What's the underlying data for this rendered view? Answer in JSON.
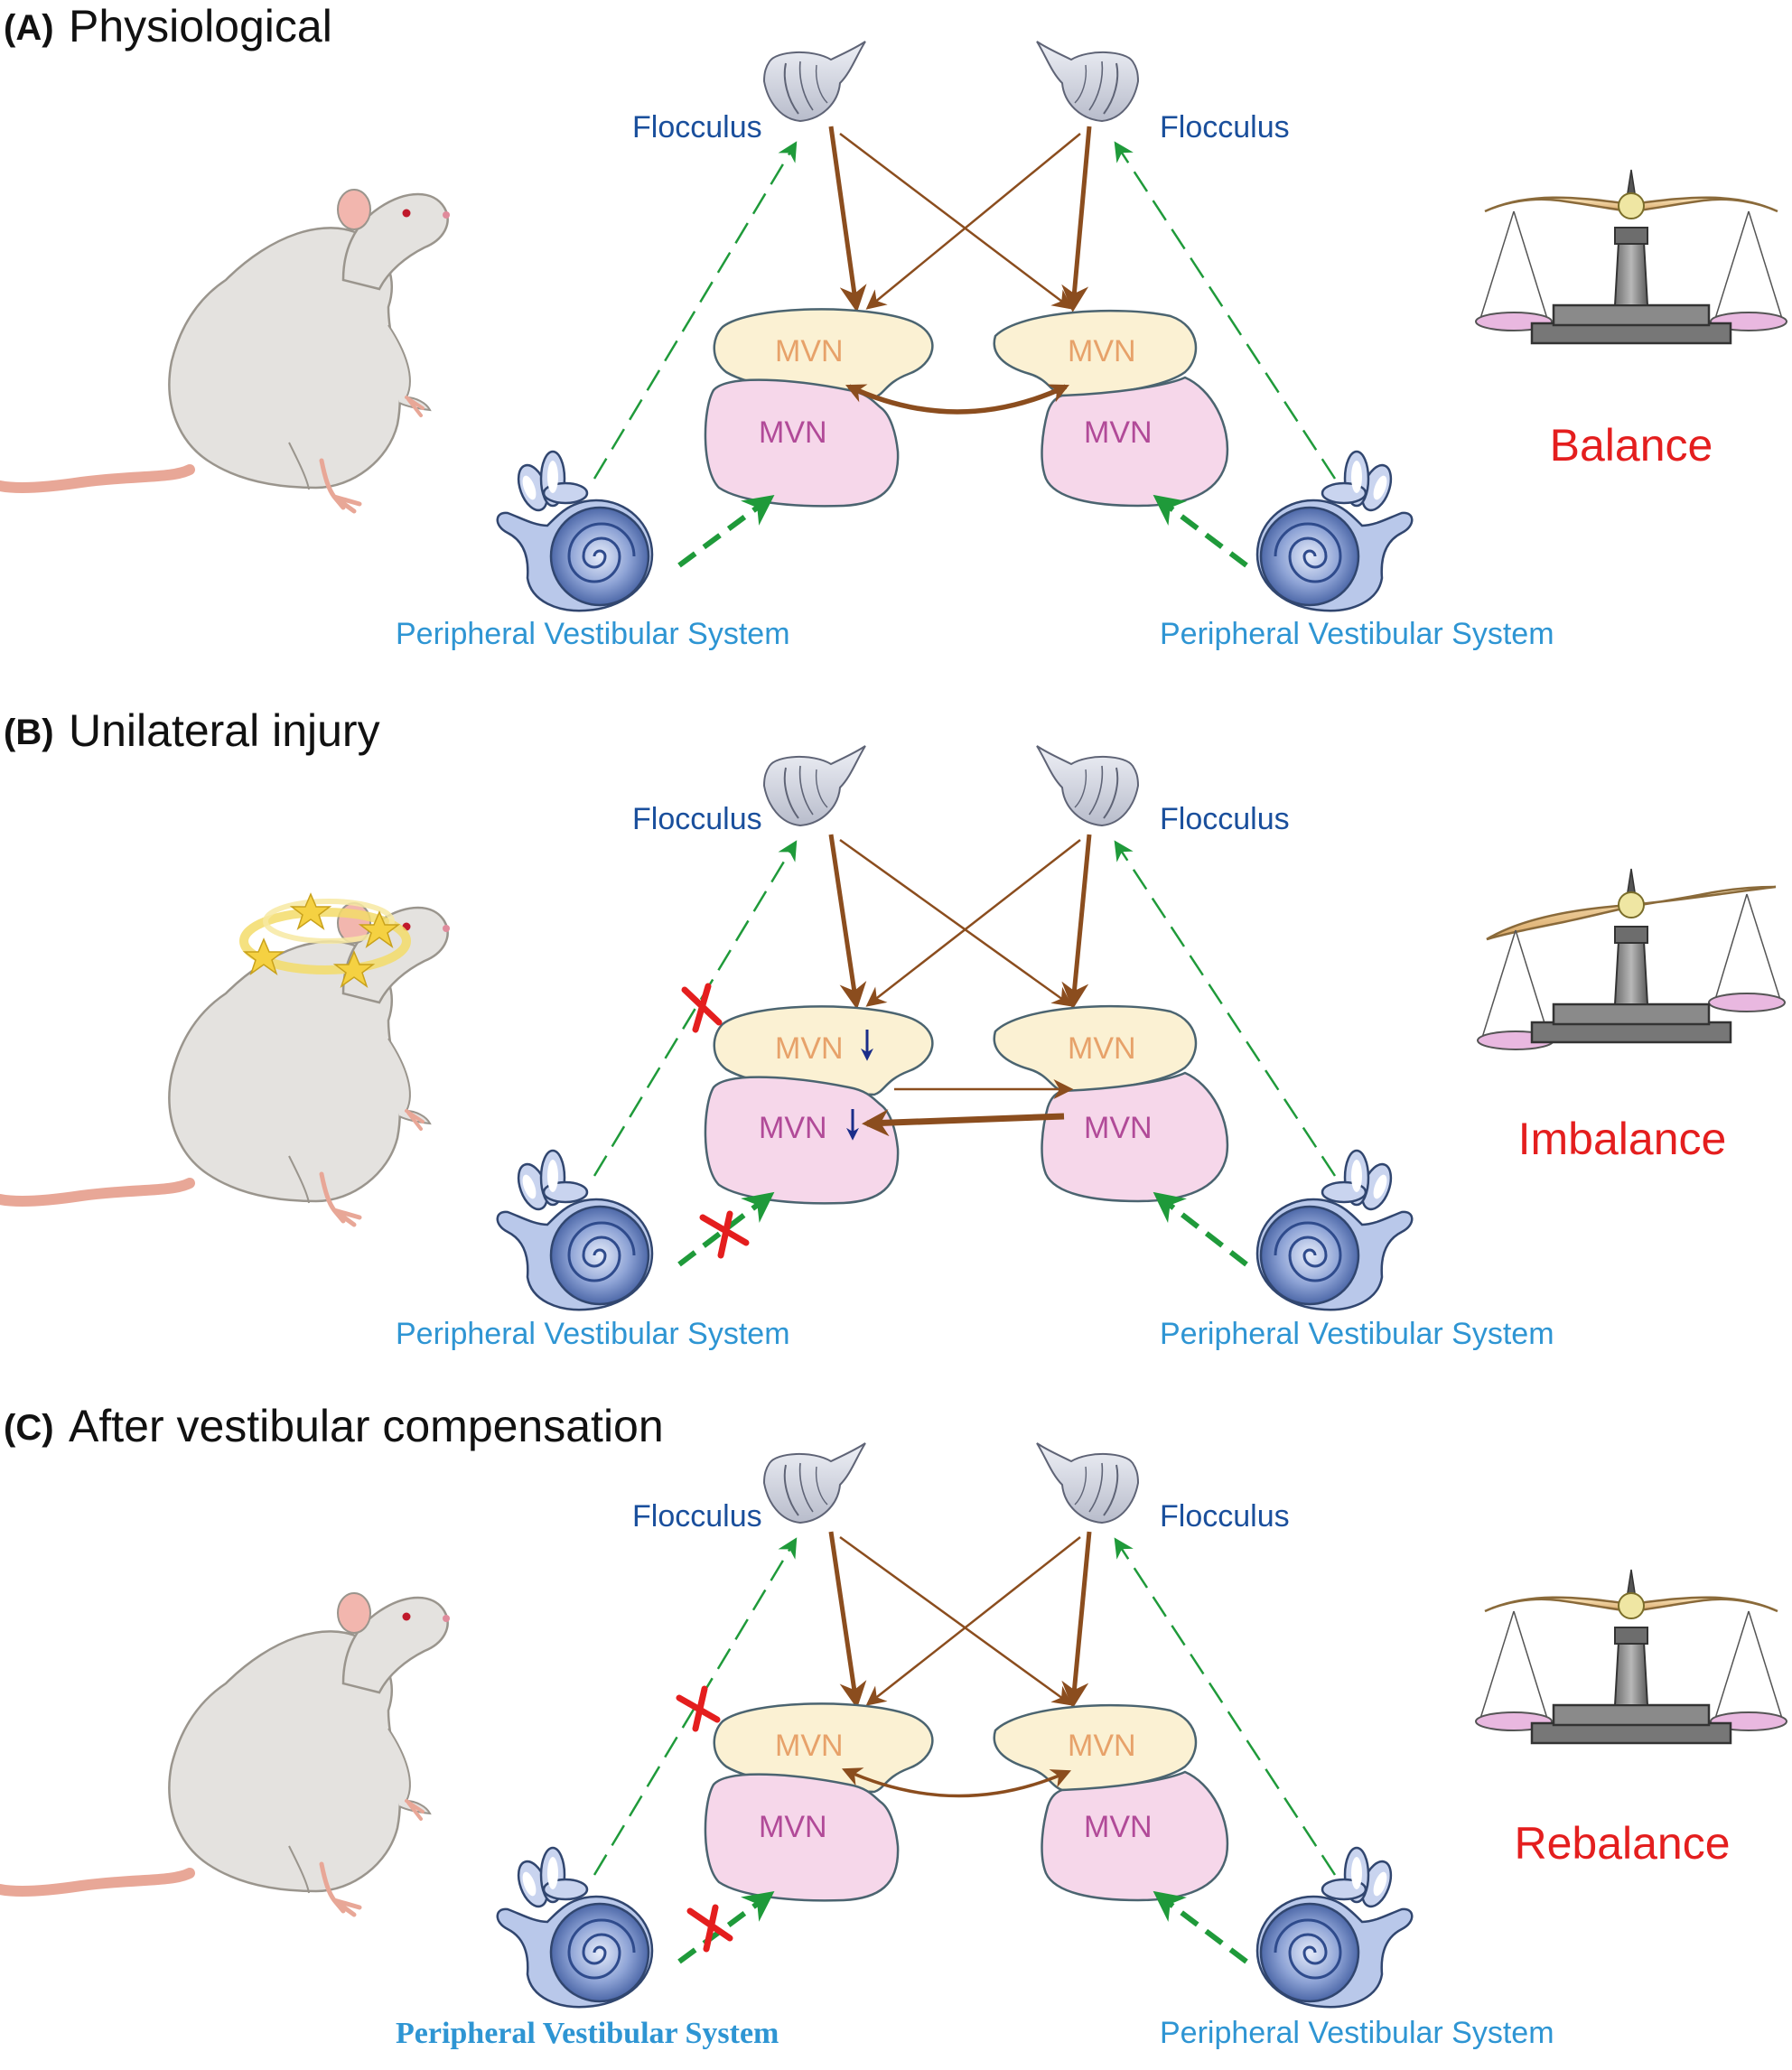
{
  "panels": [
    {
      "letter": "(A)",
      "title": "Physiological",
      "flocculus_left": "Flocculus",
      "flocculus_right": "Flocculus",
      "mvn_top": "MVN",
      "mvn_bottom": "MVN",
      "pvs_left": "Peripheral Vestibular System",
      "pvs_right": "Peripheral Vestibular System",
      "state": "Balance",
      "injury_marks": false,
      "dizzy": false
    },
    {
      "letter": "(B)",
      "title": "Unilateral injury",
      "flocculus_left": "Flocculus",
      "flocculus_right": "Flocculus",
      "mvn_top": "MVN",
      "mvn_bottom": "MVN",
      "pvs_left": "Peripheral Vestibular System",
      "pvs_right": "Peripheral Vestibular System",
      "state": "Imbalance",
      "injury_marks": true,
      "dizzy": true
    },
    {
      "letter": "(C)",
      "title": "After vestibular compensation",
      "flocculus_left": "Flocculus",
      "flocculus_right": "Flocculus",
      "mvn_top": "MVN",
      "mvn_bottom": "MVN",
      "pvs_left": "Peripheral Vestibular System",
      "pvs_right": "Peripheral Vestibular System",
      "state": "Rebalance",
      "injury_marks": true,
      "dizzy": false
    }
  ],
  "colors": {
    "inhibitory_arrow": "#8b4d1e",
    "excitatory_arrow": "#1f9a3a",
    "injury_cross": "#e41e1e",
    "mvn_upper_fill": "#fbf1d3",
    "mvn_lower_fill": "#f6d7ea",
    "decrease_arrow": "#1b2e8a"
  }
}
